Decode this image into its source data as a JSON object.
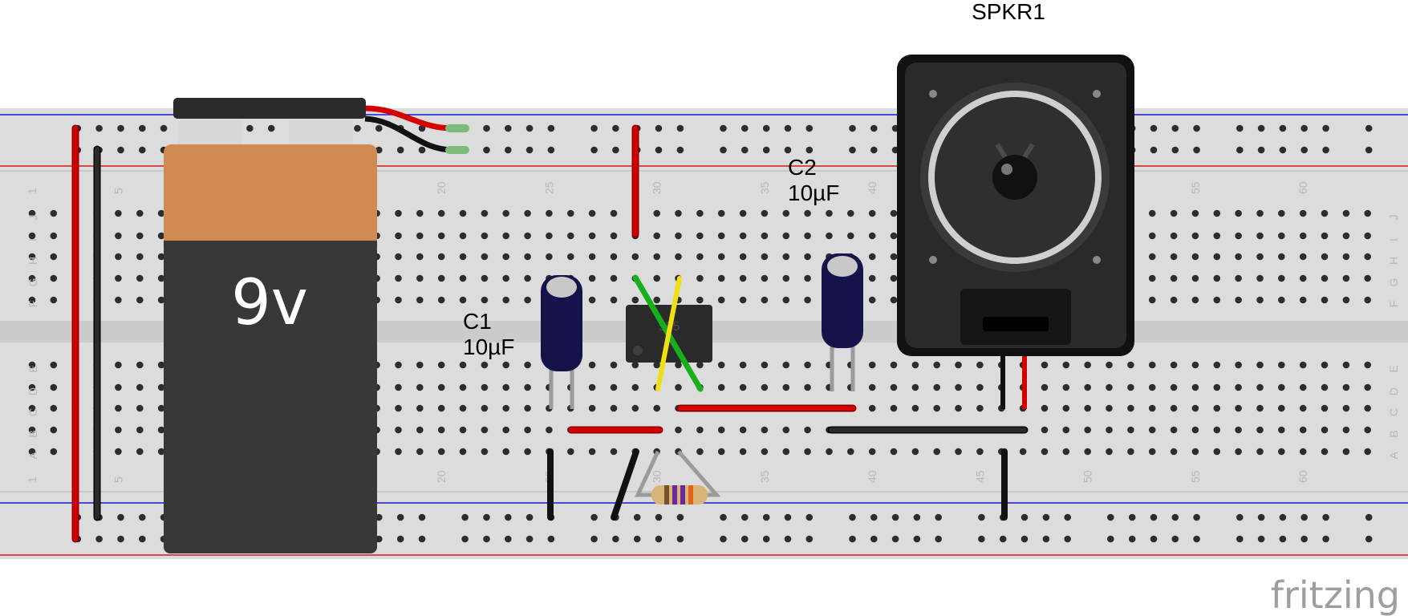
{
  "diagram": {
    "battery": {
      "label": "9v"
    },
    "speaker": {
      "label": "SPKR1"
    },
    "capacitors": [
      {
        "name": "C1",
        "value": "10µF"
      },
      {
        "name": "C2",
        "value": "10µF"
      }
    ],
    "ic": {
      "marking": "555"
    },
    "column_numbers": [
      "1",
      "5",
      "20",
      "25",
      "30",
      "35",
      "40",
      "45",
      "50",
      "55",
      "60"
    ],
    "row_letters_top": [
      "J",
      "I",
      "H",
      "G",
      "F"
    ],
    "row_letters_bottom": [
      "E",
      "D",
      "C",
      "B",
      "A"
    ],
    "brand": "fritzing",
    "colors": {
      "wire_red": "#d40000",
      "wire_black": "#1a1a1a",
      "wire_green": "#17b01a",
      "wire_yellow": "#f0e012",
      "breadboard": "#dcdcdc",
      "rail_blue": "#1a1ad4",
      "rail_red": "#d41a1a",
      "battery_top": "#d08a52",
      "battery_body": "#383838",
      "capacitor": "#16124a"
    }
  }
}
